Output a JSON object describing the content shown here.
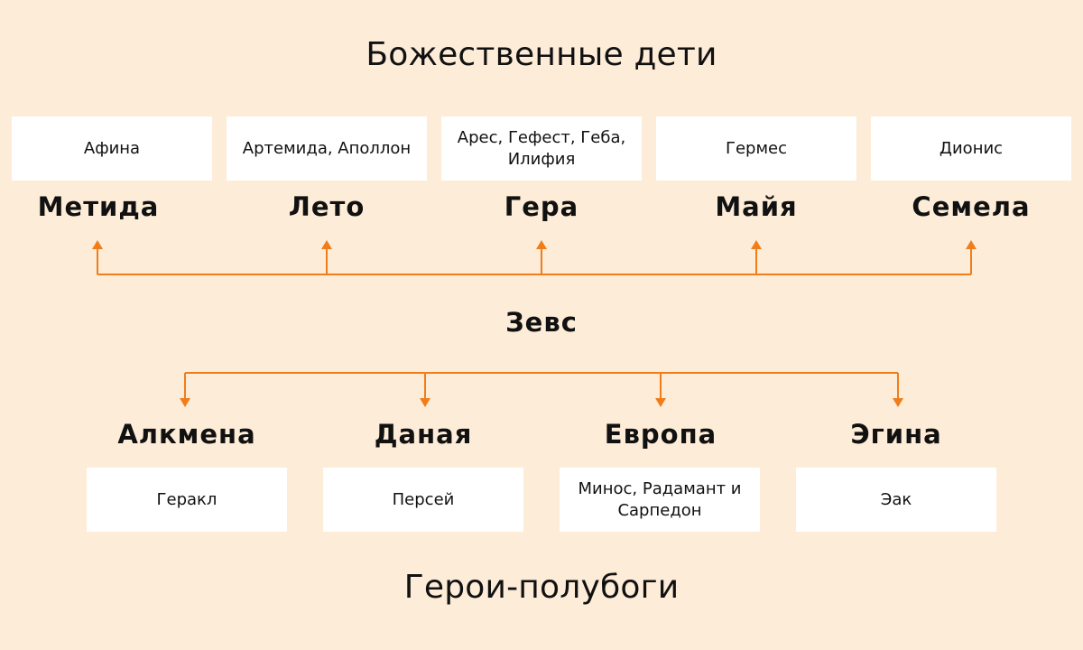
{
  "titles": {
    "divine": "Божественные дети",
    "heroes": "Герои-полубоги"
  },
  "center": {
    "name": "Зевс"
  },
  "divine": [
    {
      "mother": "Метида",
      "children": "Афина"
    },
    {
      "mother": "Лето",
      "children": "Артемида, Аполлон"
    },
    {
      "mother": "Гера",
      "children": "Арес, Гефест, Геба, Илифия"
    },
    {
      "mother": "Майя",
      "children": "Гермес"
    },
    {
      "mother": "Семела",
      "children": "Дионис"
    }
  ],
  "heroes": [
    {
      "mother": "Алкмена",
      "children": "Геракл"
    },
    {
      "mother": "Даная",
      "children": "Персей"
    },
    {
      "mother": "Европа",
      "children": "Минос, Радамант и Сарпедон"
    },
    {
      "mother": "Эгина",
      "children": "Эак"
    }
  ],
  "colors": {
    "background": "#fdecd8",
    "connector": "#f07d1a",
    "box": "#ffffff"
  }
}
